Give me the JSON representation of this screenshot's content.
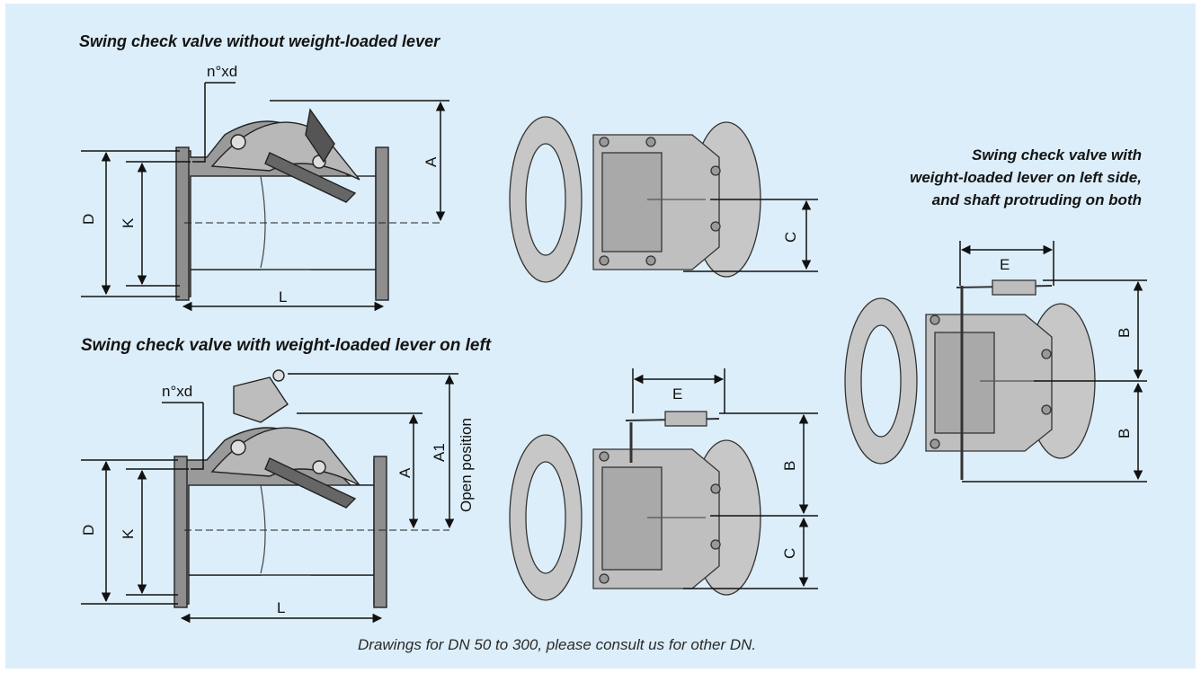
{
  "titles": {
    "top_left": "Swing check valve without weight-loaded lever",
    "bottom_left": "Swing check valve with weight-loaded lever on left",
    "right_line1": "Swing check valve with",
    "right_line2": "weight-loaded lever on left side,",
    "right_line3": "and shaft protruding on both"
  },
  "labels": {
    "nxd": "n°xd",
    "A": "A",
    "A1": "A1",
    "open_position": "Open position",
    "B": "B",
    "C": "C",
    "D": "D",
    "E": "E",
    "K": "K",
    "L": "L"
  },
  "footer": "Drawings for DN 50 to 300, please consult us for other DN.",
  "colors": {
    "background": "#dceef9",
    "metal": "#8e8e8e",
    "line": "#111111"
  }
}
